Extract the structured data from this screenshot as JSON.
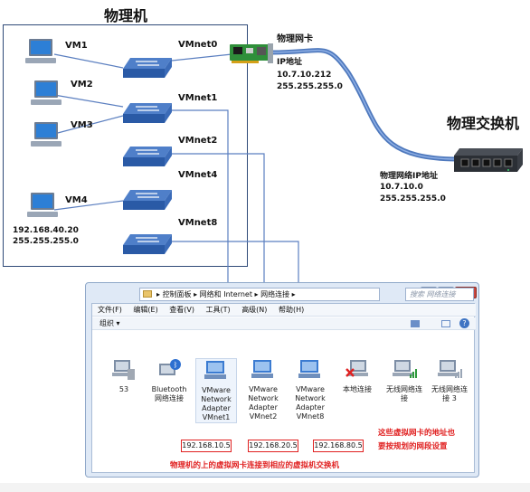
{
  "host": {
    "title": "物理机"
  },
  "vms": [
    {
      "label": "VM1"
    },
    {
      "label": "VM2"
    },
    {
      "label": "VM3"
    },
    {
      "label": "VM4",
      "ip": "192.168.40.20",
      "mask": "255.255.255.0"
    }
  ],
  "vmnets": [
    "VMnet0",
    "VMnet1",
    "VMnet2",
    "VMnet4",
    "VMnet8"
  ],
  "nic": {
    "title": "物理网卡",
    "ip_label": "IP地址",
    "ip": "10.7.10.212",
    "mask": "255.255.255.0"
  },
  "switch": {
    "title": "物理交换机",
    "net_label": "物理网络IP地址",
    "net": "10.7.10.0",
    "mask": "255.255.255.0"
  },
  "window": {
    "address_parts": [
      "控制面板",
      "网络和 Internet",
      "网络连接"
    ],
    "search_placeholder": "搜索 网络连接",
    "menu": [
      "文件(F)",
      "编辑(E)",
      "查看(V)",
      "工具(T)",
      "高级(N)",
      "帮助(H)"
    ],
    "organize": "组织 ▾",
    "adapters": [
      {
        "line1": "53",
        "line2": "",
        "line3": "",
        "line4": ""
      },
      {
        "line1": "Bluetooth",
        "line2": "网络连接",
        "line3": "",
        "line4": ""
      },
      {
        "line1": "VMware",
        "line2": "Network",
        "line3": "Adapter",
        "line4": "VMnet1"
      },
      {
        "line1": "VMware",
        "line2": "Network",
        "line3": "Adapter",
        "line4": "VMnet2"
      },
      {
        "line1": "VMware",
        "line2": "Network",
        "line3": "Adapter",
        "line4": "VMnet8"
      },
      {
        "line1": "本地连接",
        "line2": "",
        "line3": "",
        "line4": ""
      },
      {
        "line1": "无线网络连",
        "line2": "接",
        "line3": "",
        "line4": ""
      },
      {
        "line1": "无线网络连",
        "line2": "接 3",
        "line3": "",
        "line4": ""
      }
    ],
    "ips": [
      "192.168.10.5",
      "192.168.20.5",
      "192.168.80.5"
    ],
    "note_line1": "这些虚拟网卡的地址也",
    "note_line2": "要按规划的网段设置",
    "caption": "物理机的上的虚拟网卡连接到相应的虚拟机交换机"
  },
  "colors": {
    "host_border": "#2f4a78",
    "link": "#5b7fc0",
    "cable": "#4f79bd",
    "annotation": "#e02020"
  }
}
